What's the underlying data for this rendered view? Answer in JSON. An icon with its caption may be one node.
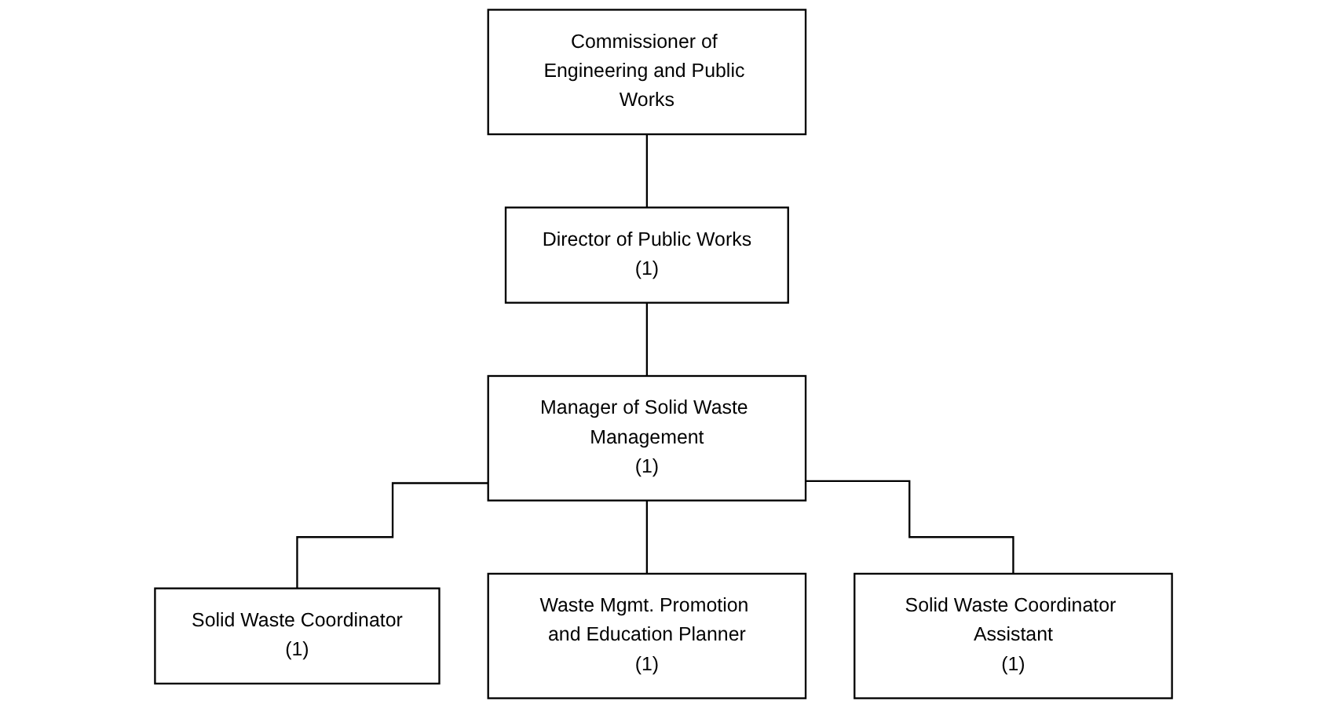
{
  "diagram": {
    "nodes": [
      {
        "text": [
          "Commissioner of Engineering and Public Works"
        ]
      },
      {
        "text": [
          "Director of Public Works",
          "(1)"
        ]
      },
      {
        "text": [
          "Manager of Solid Waste Management",
          "(1)"
        ]
      },
      {
        "text": [
          "Solid Waste Coordinator",
          "(1)"
        ]
      },
      {
        "text": [
          "Waste Mgmt. Promotion and Education Planner",
          "(1)"
        ]
      },
      {
        "text": [
          "Solid Waste Coordinator Assistant",
          "(1)"
        ]
      }
    ],
    "edges": [
      {
        "from": 0,
        "to": 1,
        "arrow": "none"
      },
      {
        "from": 1,
        "to": 2,
        "arrow": "none"
      },
      {
        "from": 2,
        "to": 3,
        "arrow": "none"
      },
      {
        "from": 2,
        "to": 4,
        "arrow": "none"
      },
      {
        "from": 2,
        "to": 5,
        "arrow": "none"
      }
    ]
  }
}
